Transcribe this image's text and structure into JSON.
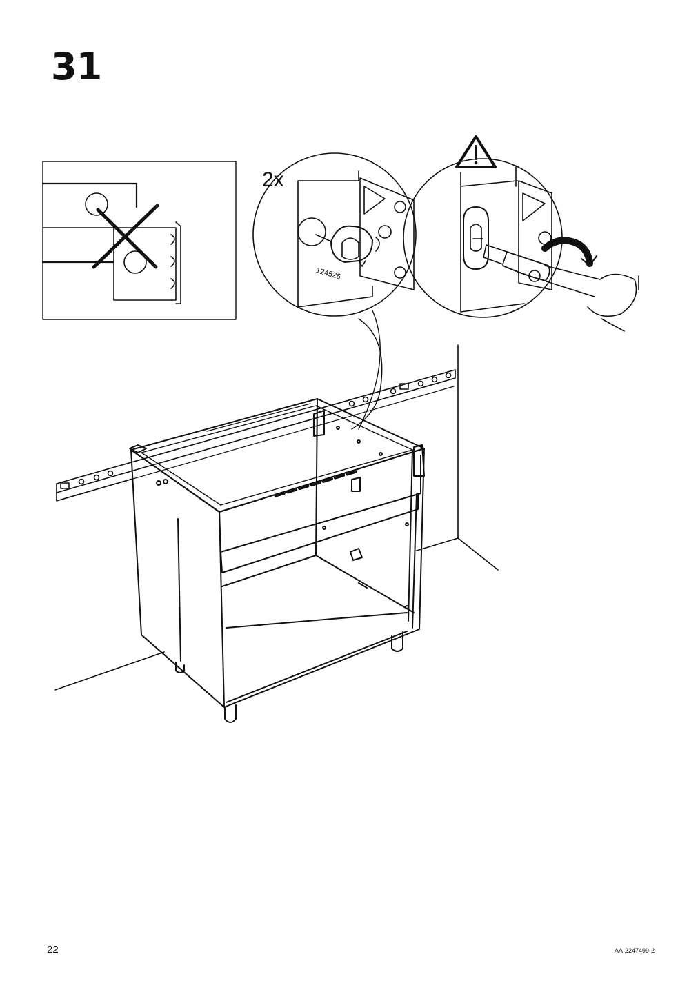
{
  "step": {
    "number": "31"
  },
  "detail": {
    "quantity": "2x",
    "part_number": "124526"
  },
  "icons": {
    "warning": "warning-triangle-icon",
    "incorrect": "cross-mark-icon",
    "rotate": "rotate-arrow-icon"
  },
  "footer": {
    "page_number": "22",
    "document_code": "AA-2247499-2"
  }
}
